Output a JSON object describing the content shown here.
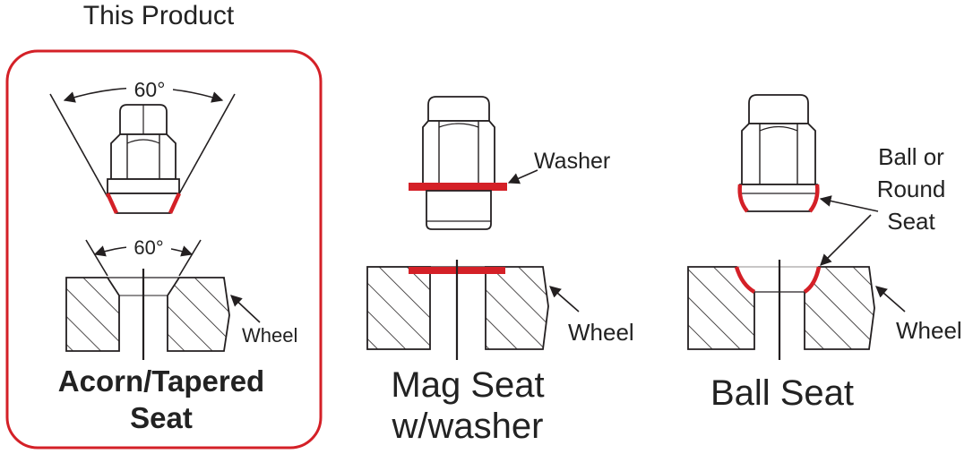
{
  "header": {
    "this_product": "This Product"
  },
  "colors": {
    "accent": "#d42027",
    "ink": "#231f20"
  },
  "acorn": {
    "nut_angle": "60°",
    "seat_angle": "60°",
    "wheel_label": "Wheel",
    "caption_line1": "Acorn/Tapered",
    "caption_line2": "Seat"
  },
  "mag": {
    "washer_label": "Washer",
    "wheel_label": "Wheel",
    "caption_line1": "Mag Seat",
    "caption_line2": "w/washer"
  },
  "ball": {
    "seat_label_line1": "Ball or",
    "seat_label_line2": "Round",
    "seat_label_line3": "Seat",
    "wheel_label": "Wheel",
    "caption": "Ball Seat"
  }
}
